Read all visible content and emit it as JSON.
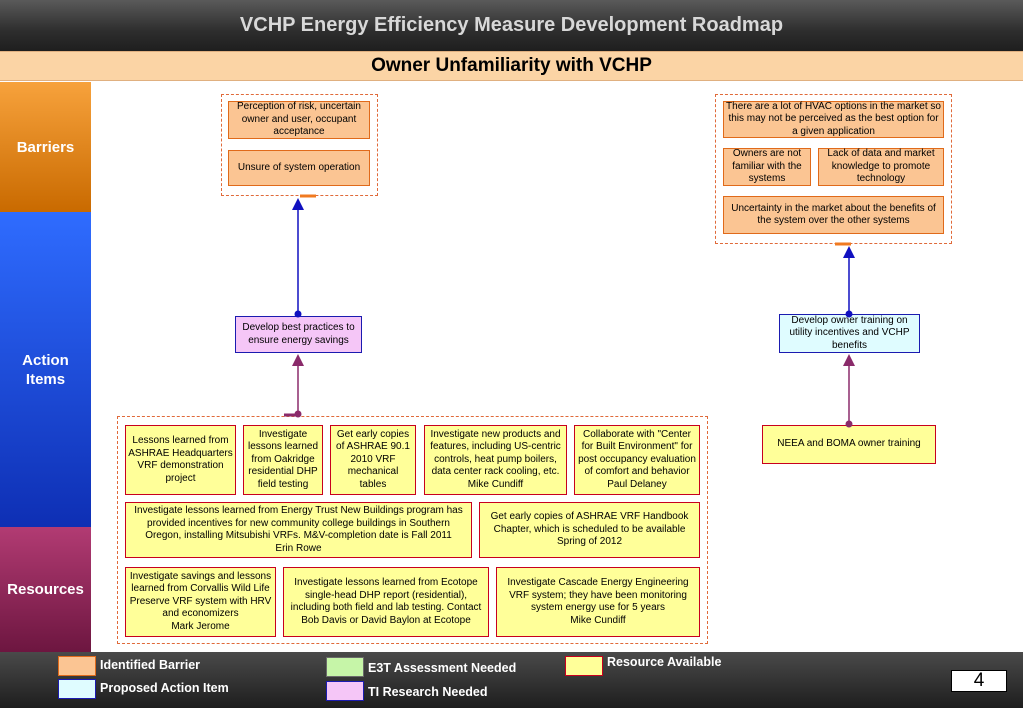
{
  "header": {
    "title": "VCHP Energy Efficiency Measure Development Roadmap",
    "subtitle": "Owner Unfamiliarity with VCHP"
  },
  "bands": {
    "barriers": "Barriers",
    "actions": "Action Items",
    "resources": "Resources"
  },
  "barriers_left": [
    "Perception of risk, uncertain owner and user, occupant acceptance",
    "Unsure of system operation"
  ],
  "barriers_right": [
    "There are a lot of HVAC options in the market so this may not be perceived as the best option for a given application",
    "Owners are not familiar with the systems",
    "Lack of data and market knowledge to promote technology",
    "Uncertainty in the market about the benefits of the system over the other systems"
  ],
  "actions": {
    "left": "Develop best practices to ensure energy savings",
    "right": "Develop owner training on utility incentives and VCHP benefits"
  },
  "resources_left": {
    "row1": [
      "Lessons learned from ASHRAE Headquarters VRF demonstration project",
      "Investigate lessons learned from Oakridge residential DHP field testing",
      "Get early copies of ASHRAE 90.1 2010 VRF mechanical tables",
      "Investigate new products and features, including US-centric controls, heat pump boilers, data center rack cooling, etc.\nMike Cundiff",
      "Collaborate with \"Center for Built Environment\" for post occupancy evaluation of comfort and behavior\nPaul Delaney"
    ],
    "row2": [
      "Investigate lessons learned from Energy Trust New Buildings program has provided incentives for new community college buildings in Southern Oregon, installing Mitsubishi VRFs. M&V-completion date is Fall 2011\nErin Rowe",
      "Get early copies of ASHRAE VRF Handbook Chapter, which is scheduled to be available Spring of 2012"
    ],
    "row3": [
      "Investigate savings and lessons learned from Corvallis Wild Life Preserve VRF system with HRV and economizers\nMark Jerome",
      "Investigate lessons learned from Ecotope single-head DHP report (residential), including both field and lab testing. Contact Bob Davis or David Baylon at Ecotope",
      "Investigate Cascade Energy Engineering VRF system; they have been monitoring system energy use for 5 years\nMike Cundiff"
    ]
  },
  "resources_right": [
    "NEEA and BOMA owner training"
  ],
  "legend": {
    "identified_barrier": "Identified Barrier",
    "proposed_action": "Proposed Action Item",
    "e3t": "E3T Assessment Needed",
    "ti": "TI Research Needed",
    "resource": "Resource Available",
    "colors": {
      "identified_barrier": "#fbc593",
      "proposed_action": "#dffcff",
      "e3t": "#c6f5a8",
      "ti": "#f5c6f7",
      "resource": "#ffff99"
    }
  },
  "page_number": "4"
}
